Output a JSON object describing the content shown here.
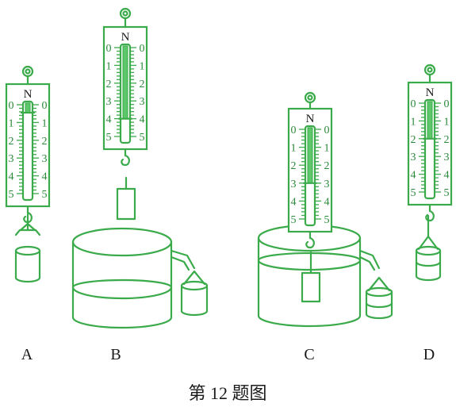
{
  "figure": {
    "caption": "第 12 题图",
    "unit": "N",
    "scale_marks": [
      "0",
      "1",
      "2",
      "3",
      "4",
      "5"
    ],
    "panels": [
      {
        "label": "A"
      },
      {
        "label": "B"
      },
      {
        "label": "C"
      },
      {
        "label": "D"
      }
    ]
  },
  "colors": {
    "apparatus": "#3aaa4a",
    "text": "#1a1a1a"
  }
}
